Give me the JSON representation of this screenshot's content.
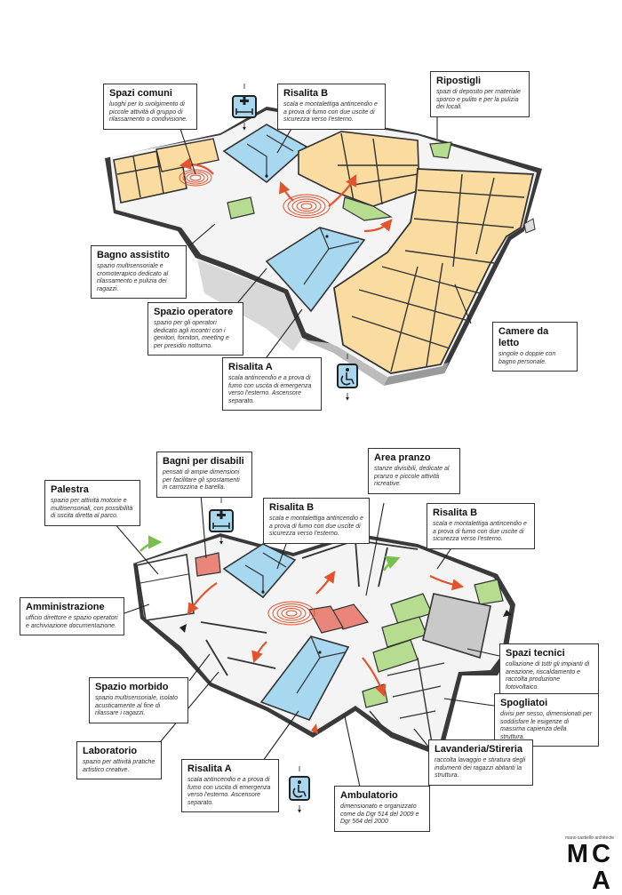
{
  "colors": {
    "bedroom_orange": "#fbdca0",
    "stair_blue": "#a7d8f0",
    "storage_green": "#b5dc8f",
    "bathroom_red": "#e9857a",
    "technical_gray": "#c9c9c9",
    "wall": "#3a3a3a",
    "arrow_red": "#e2532e",
    "arrow_green": "#78c04d",
    "icon_blue": "#a7d8f0"
  },
  "icons": {
    "top_sign": "medical-cross-bed-icon",
    "bottom_sign": "wheelchair-icon",
    "floor2_sign": "medical-cross-bed-icon",
    "floor2_bottom_sign": "wheelchair-icon"
  },
  "upper_floor": {
    "labels": [
      {
        "id": "spazi-comuni",
        "title": "Spazi comuni",
        "desc": "luoghi per lo svolgimento di piccole attività di gruppo di rilassamento o condivisione."
      },
      {
        "id": "risalita-b",
        "title": "Risalita B",
        "desc": "scala e montalettiga antincendio e a prova di fumo con due uscite di sicurezza verso l'esterno."
      },
      {
        "id": "ripostigli",
        "title": "Ripostigli",
        "desc": "spazi di deposito per materiale sporco e pulito e per la pulizia dei locali."
      },
      {
        "id": "bagno-assistito",
        "title": "Bagno assistito",
        "desc": "spazio multisensoriale e cromoterapico dedicato al rilassamento e pulizia dei ragazzi."
      },
      {
        "id": "spazio-operatore",
        "title": "Spazio operatore",
        "desc": "spazio per gli operatori dedicato agli incontri con i genitori, fornitori, meeting e per presidio notturno."
      },
      {
        "id": "camere-da-letto",
        "title": "Camere da letto",
        "desc": "singole o doppie con bagno personale."
      },
      {
        "id": "risalita-a",
        "title": "Risalita A",
        "desc": "scala antincendio e a prova di fumo con uscita di emergenza verso l'esterno. Ascensore separato."
      }
    ]
  },
  "lower_floor": {
    "labels": [
      {
        "id": "bagni-disabili",
        "title": "Bagni per disabili",
        "desc": "pensati di ampie dimensioni per facilitare gli spostamenti in carrozzina e barella."
      },
      {
        "id": "area-pranzo",
        "title": "Area pranzo",
        "desc": "stanze divisibili, dedicate al pranzo e piccole attività ricreative."
      },
      {
        "id": "palestra",
        "title": "Palestra",
        "desc": "spazio per attività motorie e multisensoriali, con possibilità di uscita diretta al parco."
      },
      {
        "id": "risalita-b2",
        "title": "Risalita B",
        "desc": "scala e montalettiga antincendio e a prova di fumo con due uscite di sicurezza verso l'esterno."
      },
      {
        "id": "risalita-b3",
        "title": "Risalita B",
        "desc": "scala e montalettiga antincendio e a prova di fumo con due uscite di sicurezza verso l'esterno."
      },
      {
        "id": "amministrazione",
        "title": "Amministrazione",
        "desc": "ufficio direttore e spazio operatori e archiviazione documentazione."
      },
      {
        "id": "spazi-tecnici",
        "title": "Spazi tecnici",
        "desc": "collazione di tutti gli impianti di areazione, riscaldamento e raccolta produzione fotovoltaico."
      },
      {
        "id": "spazio-morbido",
        "title": "Spazio morbido",
        "desc": "spazio multisensoriale, isolato acusticamente al fine di rilassare i ragazzi."
      },
      {
        "id": "spogliatoi",
        "title": "Spogliatoi",
        "desc": "divisi per sesso, dimensionati per soddisfare le esigenze di massima capienza della struttura."
      },
      {
        "id": "laboratorio",
        "title": "Laboratorio",
        "desc": "spazio per attività pratiche artistico creative."
      },
      {
        "id": "lavanderia",
        "title": "Lavanderia/Stireria",
        "desc": "raccolta lavaggio e stiratura degli indumenti dei ragazzi abitanti la struttura."
      },
      {
        "id": "risalita-a2",
        "title": "Risalita A",
        "desc": "scala antincendio e a prova di fumo con uscita di emergenza verso l'esterno. Ascensore separato."
      },
      {
        "id": "ambulatorio",
        "title": "Ambulatorio",
        "desc": "dimensionato e organizzato come da Dgr 514 del 2009 e Dgr 564 del 2000"
      }
    ]
  },
  "brand": {
    "small": "mario castiello   architecte",
    "big": "MC A"
  }
}
